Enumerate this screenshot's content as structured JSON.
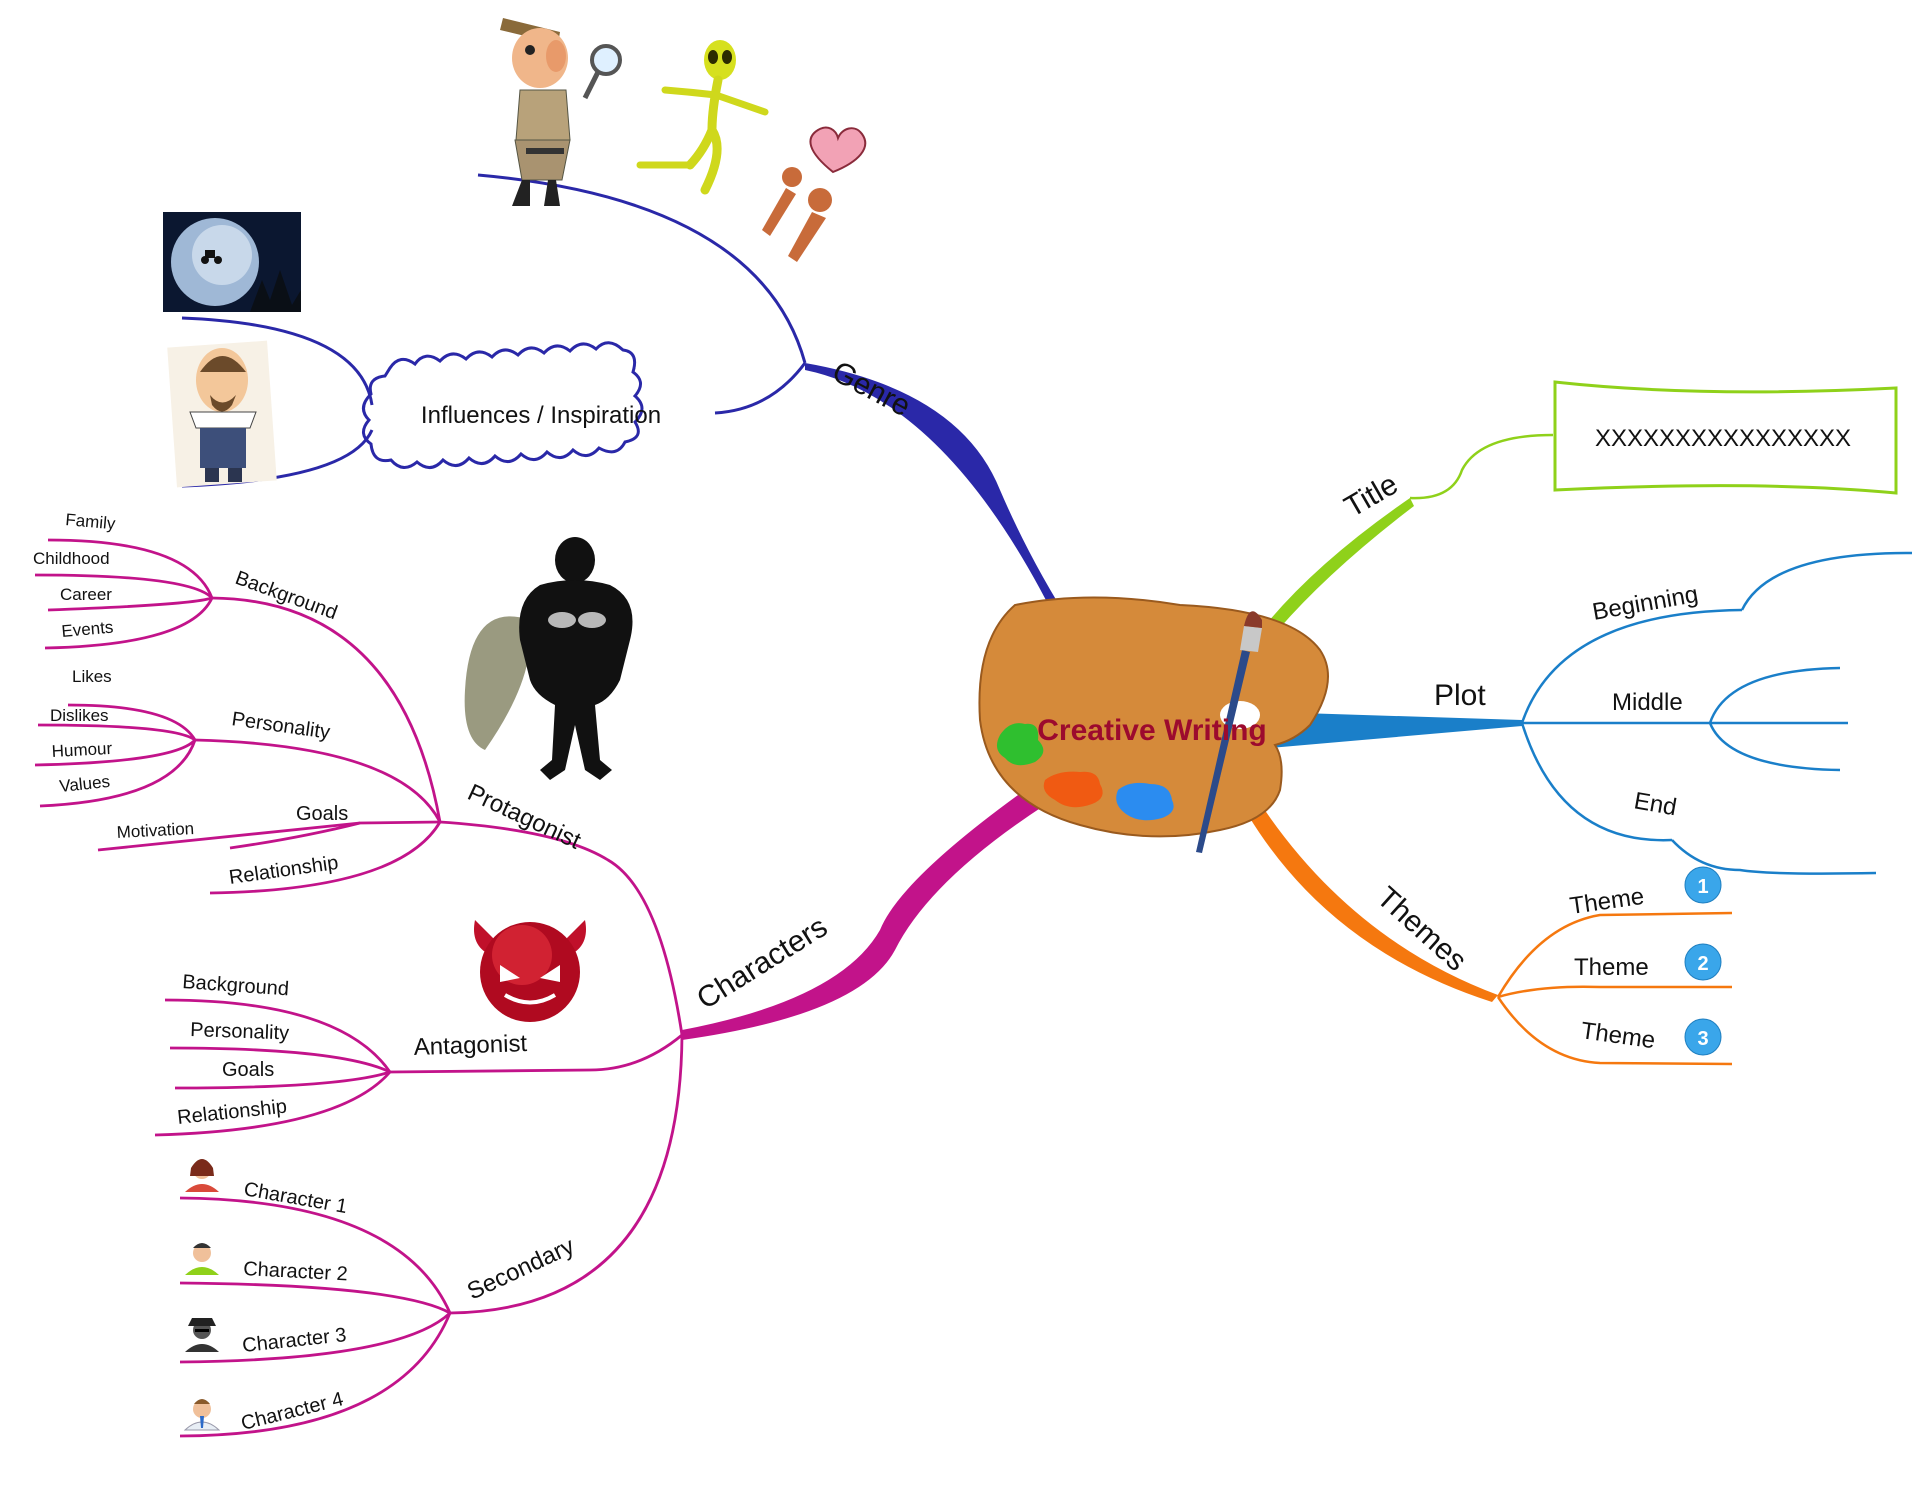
{
  "center": {
    "label": "Creative Writing",
    "label_color": "#9c0a2e",
    "palette_color": "#d58a3a",
    "paint_colors": [
      "#2fbf2f",
      "#f05a12",
      "#2b8cf0"
    ],
    "icon": "paint-palette-icon"
  },
  "branches": {
    "genre": {
      "label": "Genre",
      "color": "#2a28a8",
      "influences": {
        "label": "Influences / Inspiration",
        "images": [
          "et-moon-bicycle-picture",
          "shakespeare-caricature-picture"
        ]
      },
      "images": [
        "detective-magnifier-picture",
        "alien-picture",
        "romance-heart-picture"
      ]
    },
    "title": {
      "label": "Title",
      "color": "#8fd11a",
      "box_text": "XXXXXXXXXXXXXXXX"
    },
    "plot": {
      "label": "Plot",
      "color": "#1a7fc9",
      "children": [
        "Beginning",
        "Middle",
        "End"
      ]
    },
    "themes": {
      "label": "Themes",
      "color": "#f5780f",
      "children": [
        {
          "label": "Theme",
          "badge": "1"
        },
        {
          "label": "Theme",
          "badge": "2"
        },
        {
          "label": "Theme",
          "badge": "3"
        }
      ],
      "badge_color": "#3aa6ea"
    },
    "characters": {
      "label": "Characters",
      "color": "#c2138a",
      "protagonist": {
        "label": "Protagonist",
        "icon": "superhero-silhouette-icon",
        "background": {
          "label": "Background",
          "children": [
            "Family",
            "Childhood",
            "Career",
            "Events"
          ]
        },
        "personality": {
          "label": "Personality",
          "children": [
            "Likes",
            "Dislikes",
            "Humour",
            "Values"
          ]
        },
        "goals": {
          "label": "Goals",
          "children": [
            "Motivation"
          ]
        },
        "relationship": "Relationship"
      },
      "antagonist": {
        "label": "Antagonist",
        "icon": "devil-face-icon",
        "children": [
          "Background",
          "Personality",
          "Goals",
          "Relationship"
        ]
      },
      "secondary": {
        "label": "Secondary",
        "children": [
          {
            "label": "Character 1",
            "icon": "woman-avatar-icon"
          },
          {
            "label": "Character 2",
            "icon": "man-avatar-icon"
          },
          {
            "label": "Character 3",
            "icon": "spy-avatar-icon"
          },
          {
            "label": "Character 4",
            "icon": "businessman-avatar-icon"
          }
        ]
      }
    }
  }
}
